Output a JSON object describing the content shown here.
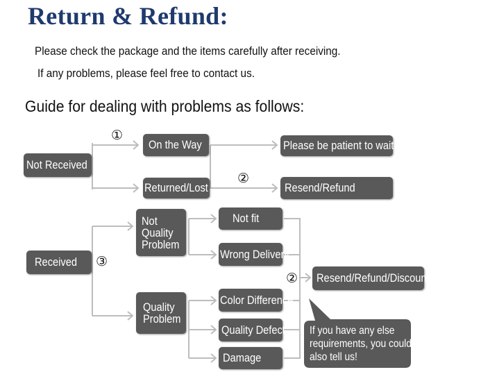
{
  "header": {
    "title": "Return & Refund:",
    "line1": "Please check the package and the items carefully after receiving.",
    "line2": "If any problems, please feel free to contact us.",
    "guide": "Guide for dealing with problems as follows:"
  },
  "flow": {
    "not_received": "Not Received",
    "on_the_way": "On the Way",
    "returned_lost": "Returned/Lost",
    "patient": "Please be patient to wait",
    "resend_refund": "Resend/Refund",
    "received": "Received",
    "not_quality_problem": [
      "Not",
      "Quality",
      "Problem"
    ],
    "quality_problem": [
      "Quality",
      "Problem"
    ],
    "not_fit": "Not fit",
    "wrong_delivery": "Wrong Delivery",
    "color_difference": "Color Difference",
    "quality_defect": "Quality Defect",
    "damage": "Damage",
    "resend_refund_discount": "Resend/Refund/Discount",
    "bubble": [
      "If you have any else",
      "requirements, you could",
      "also tell us!"
    ],
    "num1": "①",
    "num2": "②",
    "num3": "③"
  },
  "colors": {
    "title": "#1f3a6e",
    "box": "#595959",
    "arrow": "#bdbdbd"
  }
}
